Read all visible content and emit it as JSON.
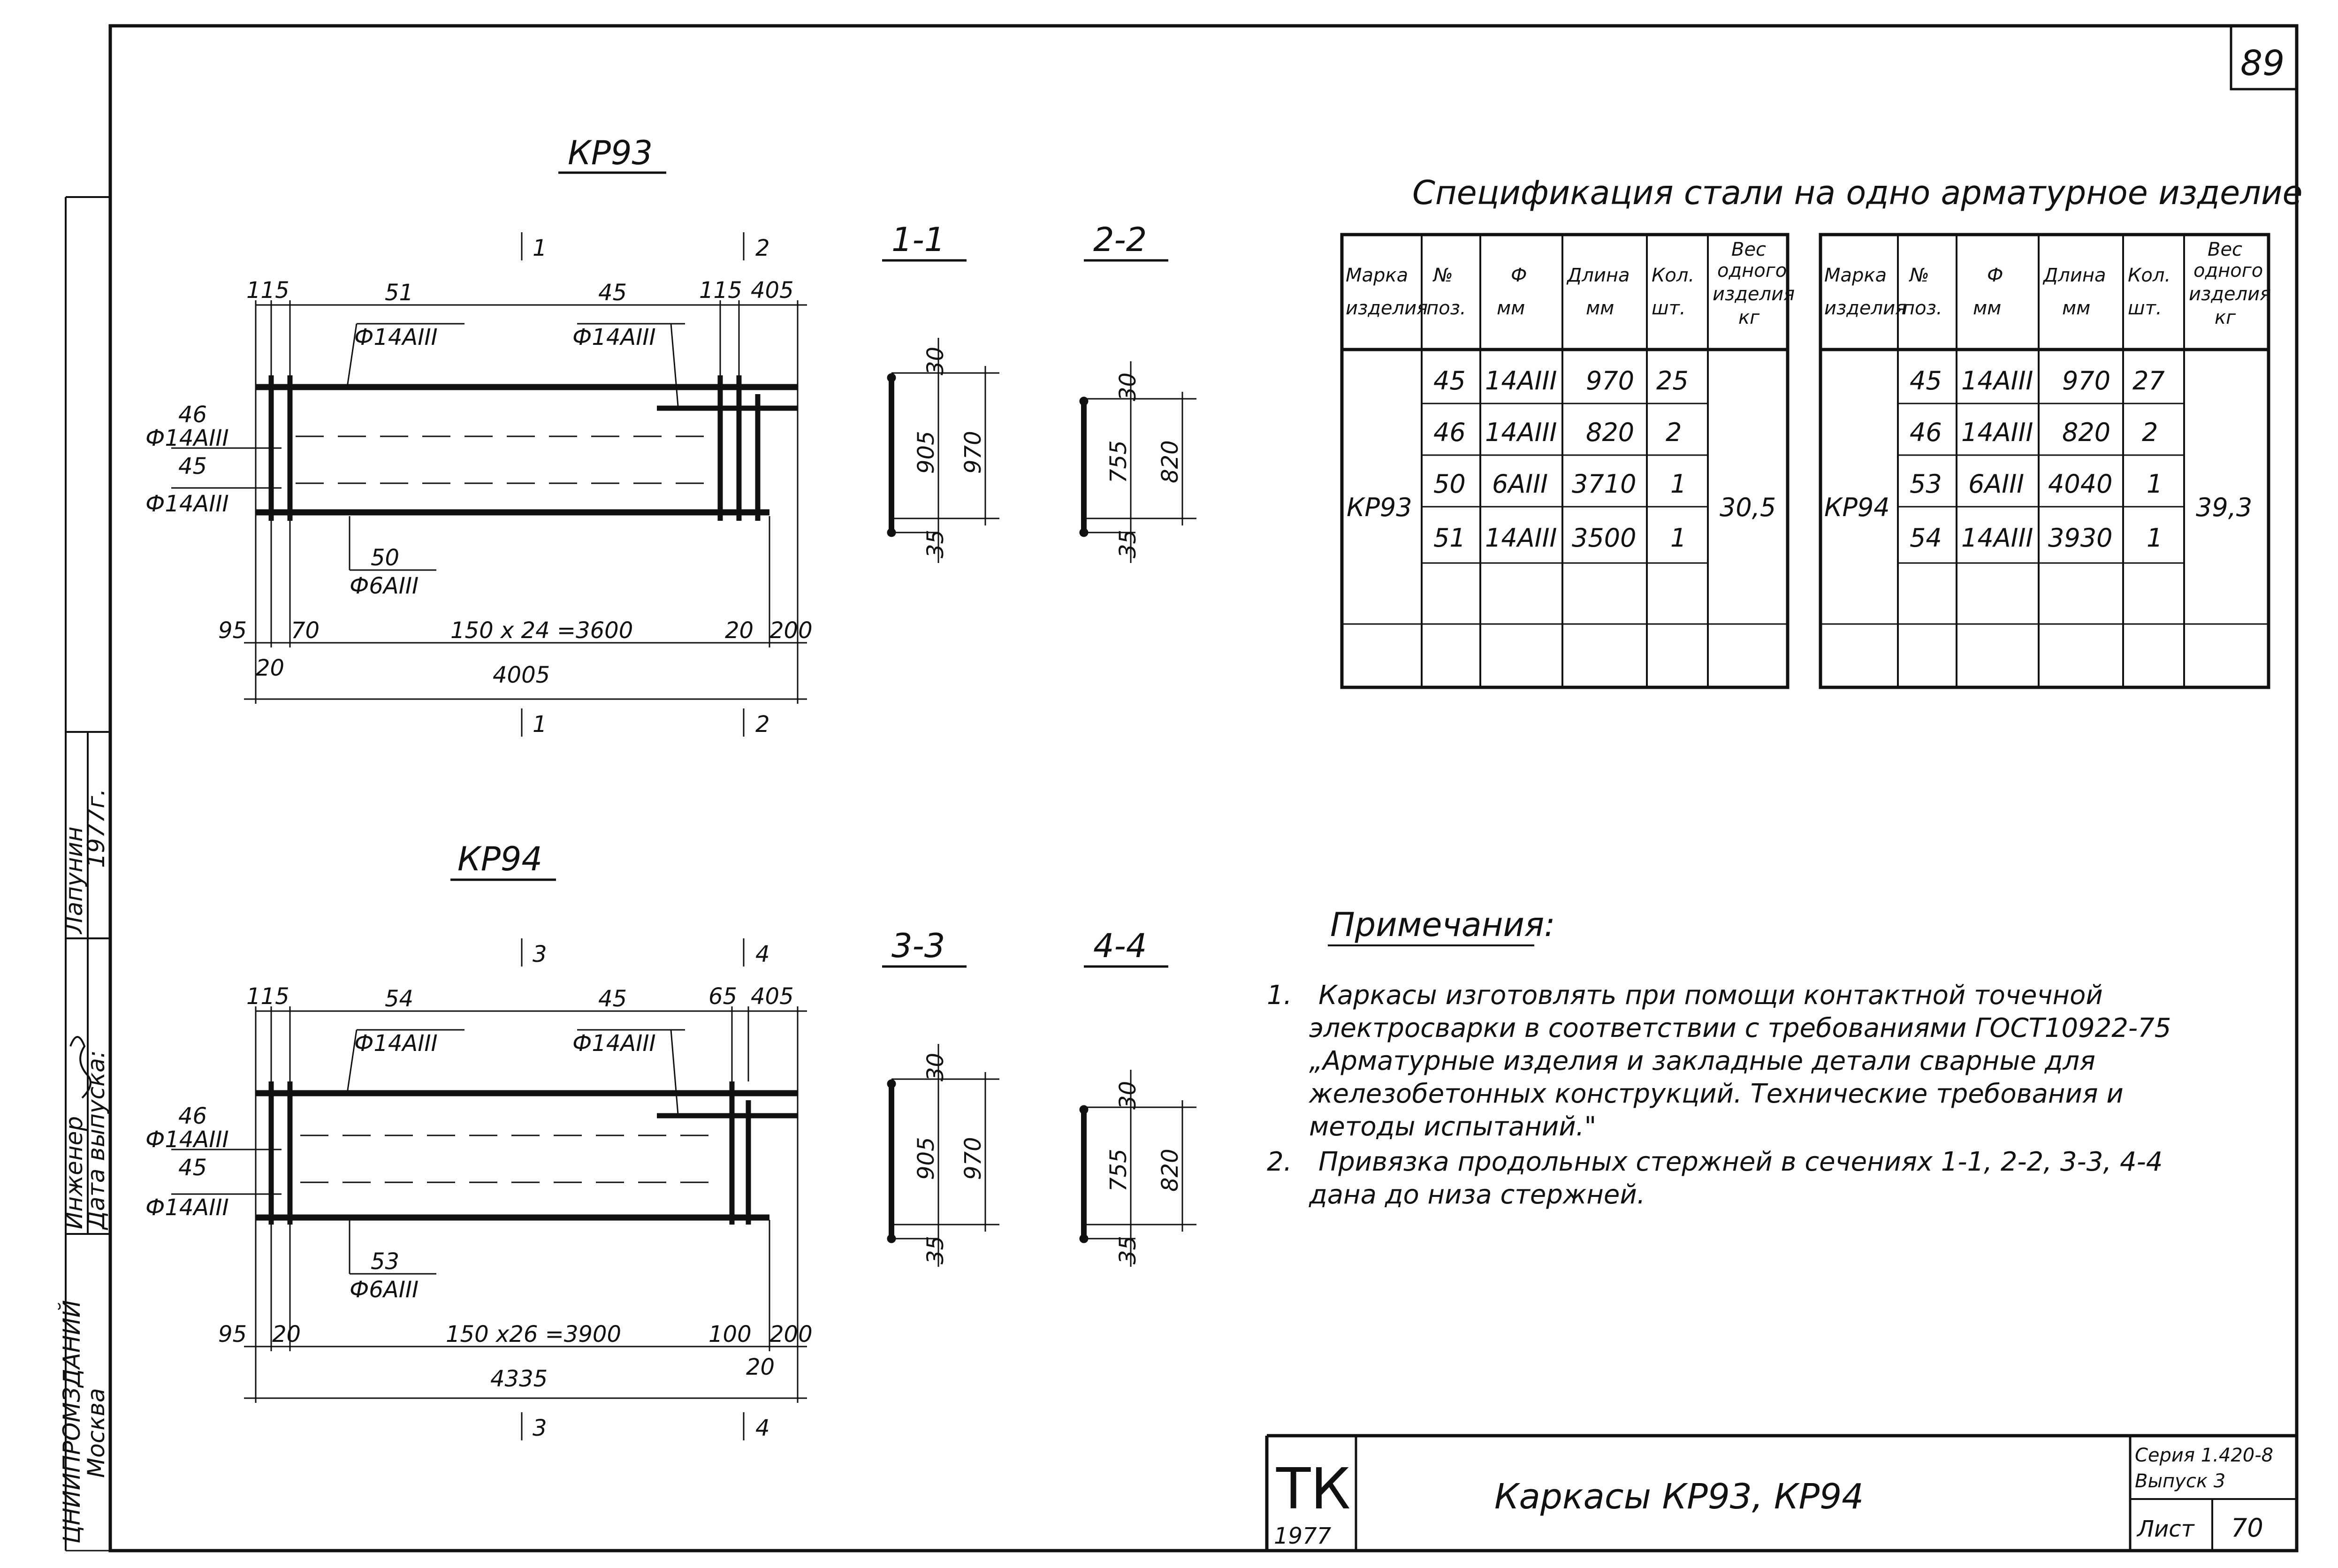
{
  "sheet_number": "89",
  "drawings": {
    "kr93": {
      "title": "КР93",
      "section_marks": {
        "s1": "1",
        "s2": "2",
        "s1b": "1",
        "s2b": "2"
      },
      "dims": {
        "d115a": "115",
        "d115b": "115",
        "d405": "405",
        "d95": "95",
        "d70": "70",
        "d20a": "20",
        "d20b": "20",
        "d200": "200",
        "spacing": "150 x 24 =3600",
        "total": "4005"
      },
      "callouts": {
        "c51_num": "51",
        "c51_dia": "Ф14АIII",
        "c45_num": "45",
        "c45_dia": "Ф14АIII",
        "c46_num": "46",
        "c46_dia": "Ф14АIII",
        "c45b_num": "45",
        "c45b_dia": "Ф14АIII",
        "c50_num": "50",
        "c50_dia": "Ф6АIII"
      }
    },
    "kr94": {
      "title": "КР94",
      "section_marks": {
        "s3": "3",
        "s4": "4",
        "s3b": "3",
        "s4b": "4"
      },
      "dims": {
        "d115": "115",
        "d65": "65",
        "d405": "405",
        "d95": "95",
        "d20a": "20",
        "d100": "100",
        "d200": "200",
        "d20b": "20",
        "spacing": "150 x26 =3900",
        "total": "4335"
      },
      "callouts": {
        "c54_num": "54",
        "c54_dia": "Ф14АIII",
        "c45_num": "45",
        "c45_dia": "Ф14АIII",
        "c46_num": "46",
        "c46_dia": "Ф14АIII",
        "c45b_num": "45",
        "c45b_dia": "Ф14АIII",
        "c53_num": "53",
        "c53_dia": "Ф6АIII"
      }
    }
  },
  "sections": {
    "s11": {
      "label": "1-1",
      "top": "30",
      "inner": "905",
      "outer": "970",
      "bottom": "35"
    },
    "s22": {
      "label": "2-2",
      "top": "30",
      "inner": "755",
      "outer": "820",
      "bottom": "35"
    },
    "s33": {
      "label": "3-3",
      "top": "30",
      "inner": "905",
      "outer": "970",
      "bottom": "35"
    },
    "s44": {
      "label": "4-4",
      "top": "30",
      "inner": "755",
      "outer": "820",
      "bottom": "35"
    }
  },
  "spec": {
    "title": "Спецификация  стали на одно арматурное изделие",
    "headers": {
      "mark_1": "Марка",
      "mark_2": "изделия",
      "pos_1": "№",
      "pos_2": "поз.",
      "dia_1": "Ф",
      "dia_2": "мм",
      "len_1": "Длина",
      "len_2": "мм",
      "qty_1": "Кол.",
      "qty_2": "шт.",
      "wt_1": "Вес",
      "wt_2": "одного",
      "wt_3": "изделия",
      "wt_4": "кг"
    },
    "table_a": {
      "mark": "КР93",
      "weight": "30,5",
      "rows": [
        {
          "pos": "45",
          "dia": "14АIII",
          "len": "970",
          "qty": "25"
        },
        {
          "pos": "46",
          "dia": "14АIII",
          "len": "820",
          "qty": "2"
        },
        {
          "pos": "50",
          "dia": "6АIII",
          "len": "3710",
          "qty": "1"
        },
        {
          "pos": "51",
          "dia": "14АIII",
          "len": "3500",
          "qty": "1"
        }
      ]
    },
    "table_b": {
      "mark": "КР94",
      "weight": "39,3",
      "rows": [
        {
          "pos": "45",
          "dia": "14АIII",
          "len": "970",
          "qty": "27"
        },
        {
          "pos": "46",
          "dia": "14АIII",
          "len": "820",
          "qty": "2"
        },
        {
          "pos": "53",
          "dia": "6АIII",
          "len": "4040",
          "qty": "1"
        },
        {
          "pos": "54",
          "dia": "14АIII",
          "len": "3930",
          "qty": "1"
        }
      ]
    }
  },
  "notes": {
    "title": "Примечания:",
    "n1_num": "1.",
    "n1_l1": "Каркасы изготовлять при помощи контактной точечной",
    "n1_l2": "электросварки в соответствии с требованиями ГОСТ10922-75",
    "n1_l3": "„Арматурные изделия и закладные  детали сварные для",
    "n1_l4": "железобетонных конструкций. Технические требования и",
    "n1_l5": "методы испытаний.\"",
    "n2_num": "2.",
    "n2_l1": "Привязка продольных стержней в сечениях 1-1, 2-2, 3-3, 4-4",
    "n2_l2": "дана до низа  стержней."
  },
  "title_block": {
    "org": "ТК",
    "year": "1977",
    "name": "Каркасы  КР93, КР94",
    "series": "Серия 1.420-8",
    "issue": "Выпуск 3",
    "sheet_label": "Лист",
    "sheet_no": "70"
  },
  "side_stamp": {
    "org": "ЦНИИПРОМЗДАНИЙ",
    "city": "Москва",
    "role": "Инженер",
    "date_label": "Дата выпуска:",
    "name": "Лапунин",
    "year": "1977г."
  }
}
